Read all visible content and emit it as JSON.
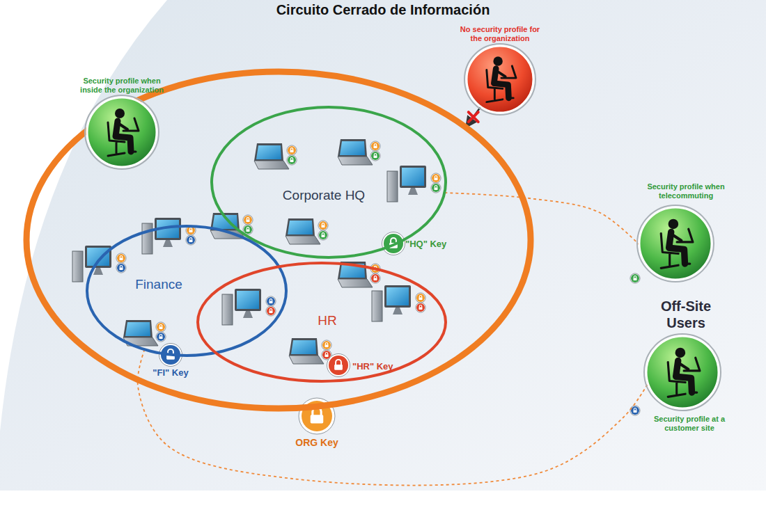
{
  "diagram": {
    "title": "Circuito Cerrado de Información",
    "nodes": [
      {
        "text": [
          "ORG Key"
        ]
      },
      {
        "text": [
          "Corporate HQ",
          "\"HQ\" Key"
        ],
        "in": 0
      },
      {
        "text": [
          "Finance",
          "\"FI\" Key"
        ],
        "in": 0
      },
      {
        "text": [
          "HR",
          "\"HR\" Key"
        ],
        "in": 0
      },
      {
        "text": [
          "Security profile when inside the organization"
        ]
      },
      {
        "text": [
          "No security profile for the organization"
        ]
      },
      {
        "text": [
          "Security profile when telecommuting"
        ]
      },
      {
        "text": [
          "Security profile at a customer site"
        ]
      }
    ],
    "edges": [
      {
        "from": 5,
        "to": 0,
        "arrow": "to"
      },
      {
        "from": 1,
        "to": 6,
        "arrow": "none"
      },
      {
        "from": 2,
        "to": 7,
        "arrow": "none"
      }
    ],
    "labels": [
      "Off-Site Users"
    ]
  }
}
